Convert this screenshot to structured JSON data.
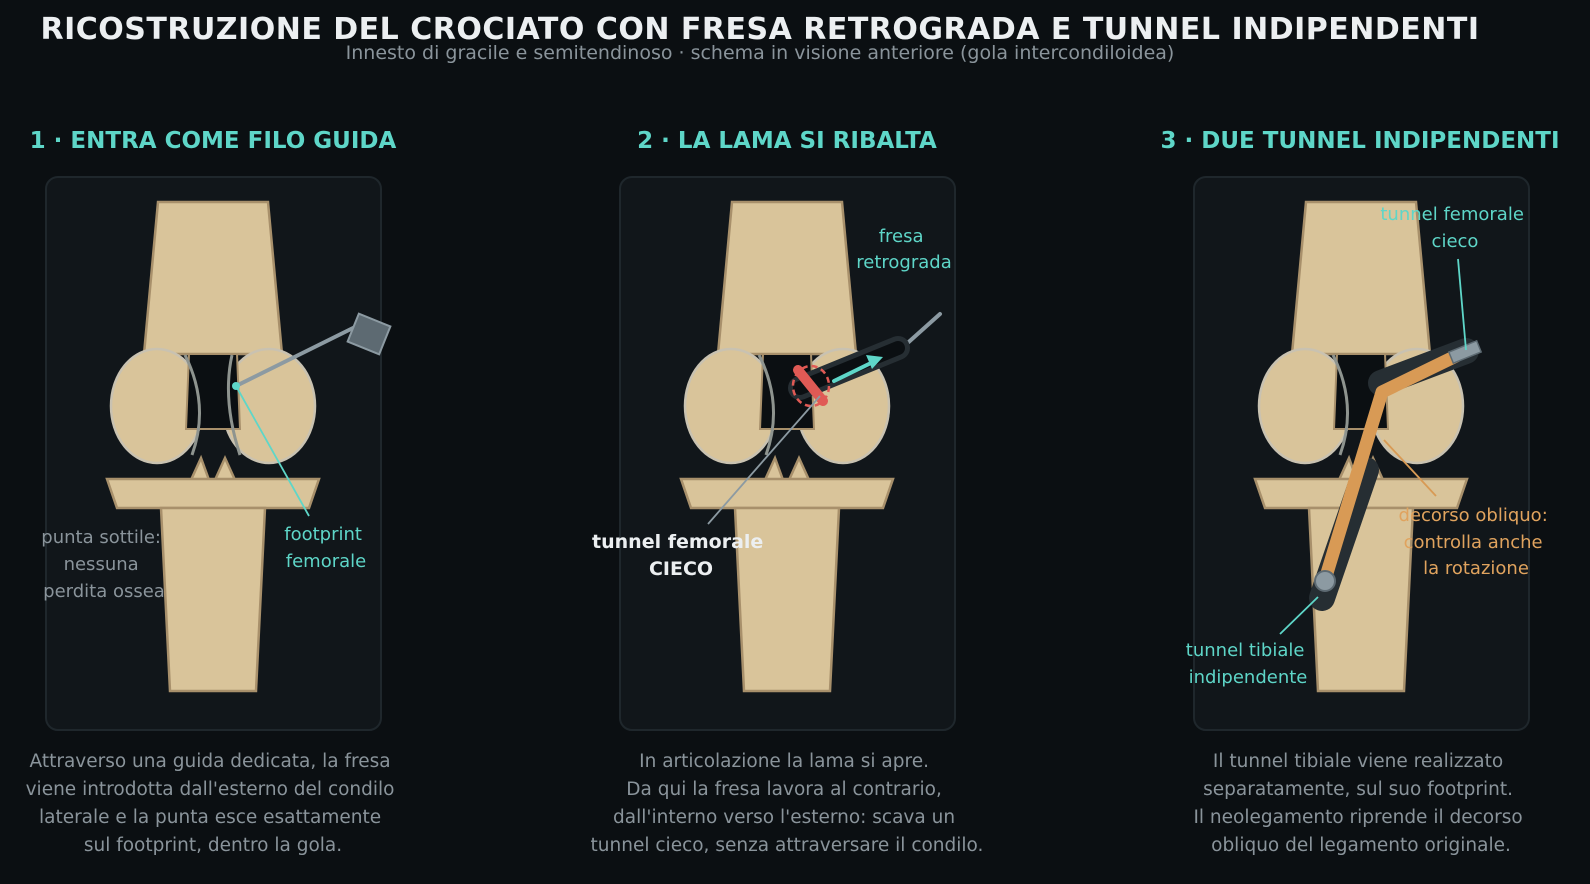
{
  "header": {
    "title": "RICOSTRUZIONE DEL CROCIATO CON FRESA RETROGRADA E TUNNEL INDIPENDENTI",
    "subtitle": "Innesto di gracile e semitendinoso · schema in visione anteriore (gola intercondiloidea)"
  },
  "colors": {
    "background": "#0b0f12",
    "accent_teal": "#5ed6c8",
    "bone": "#d9c49a",
    "graft_orange": "#d89a55",
    "cutter_red": "#e05a55",
    "text_muted": "#8a949b"
  },
  "panels": [
    {
      "title": "1 · ENTRA COME FILO GUIDA",
      "labels": {
        "left_line1": "punta sottile:",
        "left_line2": "nessuna",
        "left_line3": "perdita ossea",
        "right_line1": "footprint",
        "right_line2": "femorale"
      },
      "description": [
        "Attraverso una guida dedicata, la fresa",
        "viene introdotta dall'esterno del condilo",
        "laterale e la punta esce esattamente",
        "sul footprint, dentro la gola."
      ]
    },
    {
      "title": "2 · LA LAMA SI RIBALTA",
      "labels": {
        "top_line1": "fresa",
        "top_line2": "retrograda",
        "tunnel_line1": "tunnel femorale",
        "tunnel_line2": "CIECO"
      },
      "description": [
        "In articolazione la lama si apre.",
        "Da qui la fresa lavora al contrario,",
        "dall'interno verso l'esterno: scava un",
        "tunnel cieco, senza attraversare il condilo."
      ]
    },
    {
      "title": "3 · DUE TUNNEL INDIPENDENTI",
      "labels": {
        "femoral_line1": "tunnel femorale",
        "femoral_line2": "cieco",
        "oblique_line1": "decorso obliquo:",
        "oblique_line2": "controlla anche",
        "oblique_line3": "la rotazione",
        "tibial_line1": "tunnel tibiale",
        "tibial_line2": "indipendente"
      },
      "description": [
        "Il tunnel tibiale viene realizzato",
        "separatamente, sul suo footprint.",
        "Il neolegamento riprende il decorso",
        "obliquo del legamento originale."
      ]
    }
  ]
}
